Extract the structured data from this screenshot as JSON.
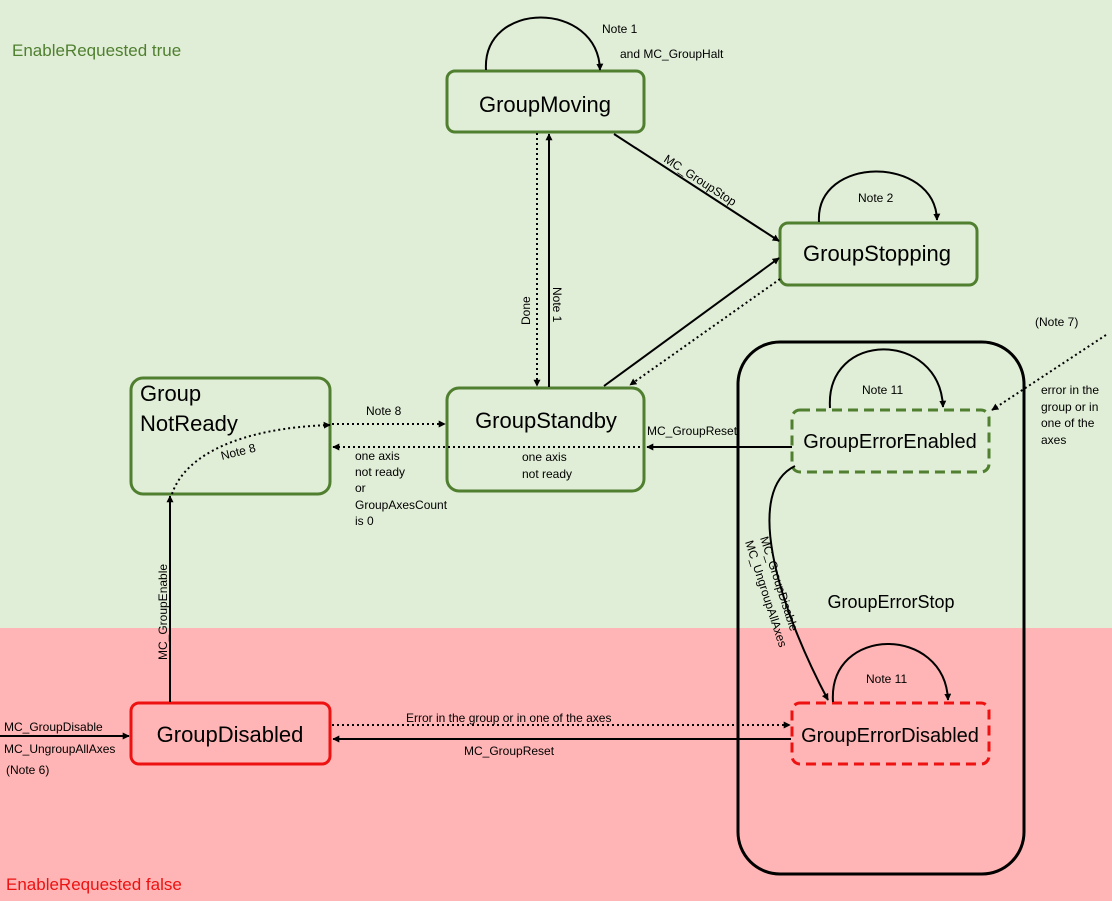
{
  "regions": {
    "top_label": "EnableRequested true",
    "bottom_label": "EnableRequested false",
    "top_color": "#e1eed7",
    "bottom_color": "#ffb5b5",
    "top_text_color": "#4f7f2f",
    "bottom_text_color": "#ee1111"
  },
  "container": {
    "label": "GroupErrorStop"
  },
  "states": {
    "moving": "GroupMoving",
    "stopping": "GroupStopping",
    "standby": "GroupStandby",
    "notready_line1": "Group",
    "notready_line2": "NotReady",
    "error_enabled": "GroupErrorEnabled",
    "disabled": "GroupDisabled",
    "error_disabled": "GroupErrorDisabled"
  },
  "colors": {
    "green": "#4f7f2f",
    "red": "#ee1111"
  },
  "labels": {
    "note1_top": "Note 1",
    "and_halt": "and MC_GroupHalt",
    "groupstop": "MC_GroupStop",
    "note2": "Note 2",
    "done": "Done",
    "note1_vertical": "Note 1",
    "note7": "(Note 7)",
    "err_axes_1": "error in the",
    "err_axes_2": "group or in",
    "err_axes_3": "one of the",
    "err_axes_4": "axes",
    "note11_upper": "Note 11",
    "note8_right": "Note 8",
    "note8_curve": "Note 8",
    "reset_upper": "MC_GroupReset",
    "oneaxis_a1": "one axis",
    "oneaxis_a2": "not ready",
    "oneaxis_a3": "or",
    "oneaxis_a4": "GroupAxesCount",
    "oneaxis_a5": "is 0",
    "oneaxis_b1": "one axis",
    "oneaxis_b2": "not ready",
    "disable_vertical": "MC_GroupDisable",
    "ungroup_vertical": "MC_UngroupAllAxes",
    "enable_vertical": "MC_GroupEnable",
    "note11_lower": "Note 11",
    "disable_left": "MC_GroupDisable",
    "ungroup_left": "MC_UngroupAllAxes",
    "note6": "(Note 6)",
    "error_bottom": "Error in the group or in one of the axes",
    "reset_bottom": "MC_GroupReset"
  }
}
